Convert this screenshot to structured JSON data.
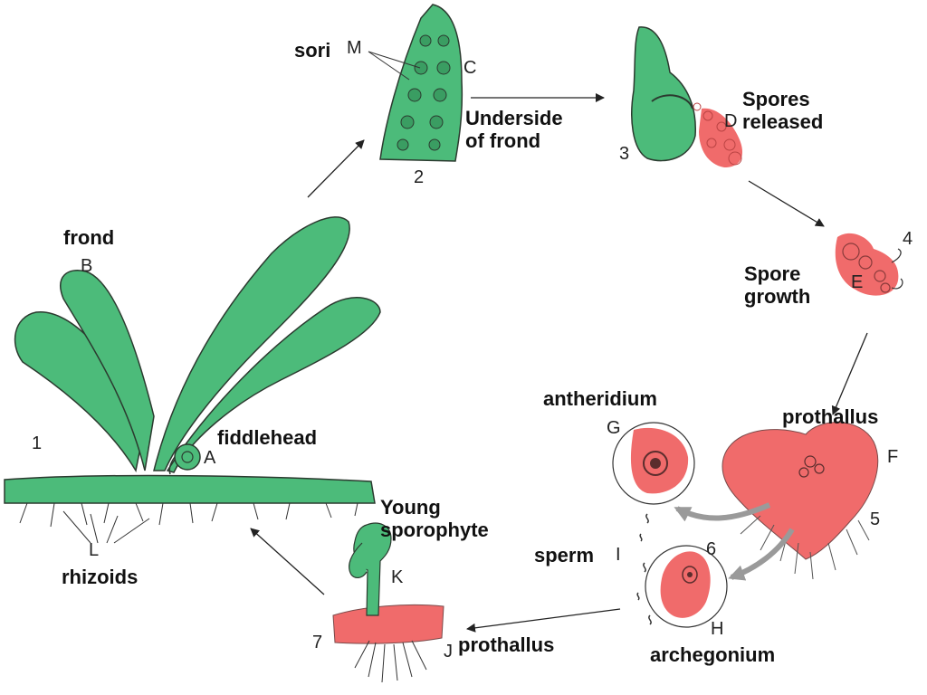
{
  "colors": {
    "sporophyte_green": "#4cbb7a",
    "gametophyte_red": "#f06b6b",
    "outline": "#2b3a2f",
    "arrow": "#222222"
  },
  "stage_numbers": [
    "1",
    "2",
    "3",
    "4",
    "5",
    "6",
    "7"
  ],
  "letters": {
    "A": "A",
    "B": "B",
    "C": "C",
    "D": "D",
    "E": "E",
    "F": "F",
    "G": "G",
    "H": "H",
    "I": "I",
    "J": "J",
    "K": "K",
    "L": "L",
    "M": "M"
  },
  "labels": {
    "frond": "frond",
    "fiddlehead": "fiddlehead",
    "rhizoids": "rhizoids",
    "sori": "sori",
    "underside_of_frond": [
      "Underside",
      "of frond"
    ],
    "spores_released": [
      "Spores",
      "released"
    ],
    "spore_growth": [
      "Spore",
      "growth"
    ],
    "antheridium": "antheridium",
    "prothallus_top": "prothallus",
    "sperm": "sperm",
    "archegonium": "archegonium",
    "young_sporophyte": [
      "Young",
      "sporophyte"
    ],
    "prothallus_bottom": "prothallus"
  }
}
